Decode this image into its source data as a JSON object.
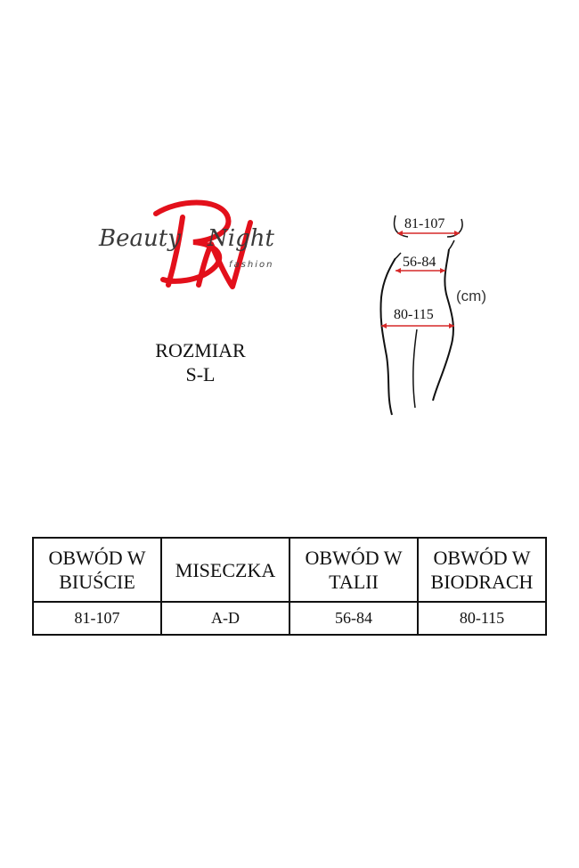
{
  "logo": {
    "brand_word_1": "Beauty",
    "brand_word_2": "Night",
    "tagline": "fashion"
  },
  "size_block": {
    "label": "ROZMIAR",
    "value": "S-L"
  },
  "figure": {
    "bust": "81-107",
    "waist": "56-84",
    "hips": "80-115",
    "unit": "(cm)"
  },
  "colors": {
    "brand_red": "#e3101b",
    "measure_red": "#d62828"
  },
  "table": {
    "headers": [
      "OBWÓD W BIUŚCIE",
      "MISECZKA",
      "OBWÓD W TALII",
      "OBWÓD W BIODRACH"
    ],
    "header_lines": [
      [
        "OBWÓD W",
        "BIUŚCIE"
      ],
      [
        "MISECZKA"
      ],
      [
        "OBWÓD W",
        "TALII"
      ],
      [
        "OBWÓD W",
        "BIODRACH"
      ]
    ],
    "row": [
      "81-107",
      "A-D",
      "56-84",
      "80-115"
    ]
  }
}
